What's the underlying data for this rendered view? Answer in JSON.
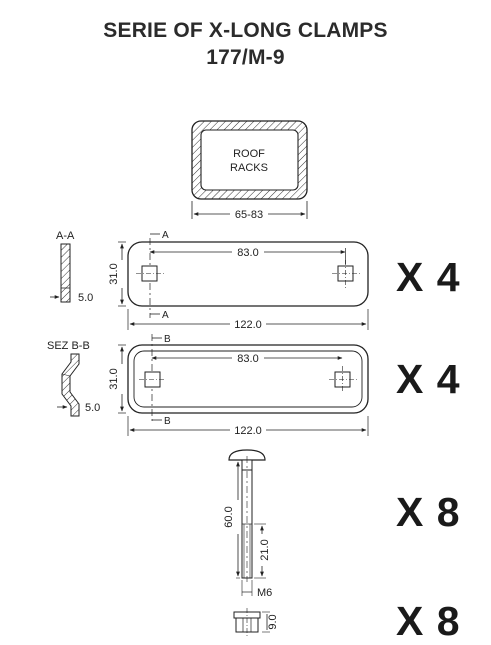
{
  "title": {
    "line1": "SERIE OF X-LONG CLAMPS",
    "line2": "177/M-9"
  },
  "roof_rack": {
    "label_line1": "ROOF",
    "label_line2": "RACKS",
    "dim_width": "65-83"
  },
  "flat_clamp": {
    "section_label": "A-A",
    "section_marker": "A",
    "dim_thickness": "5.0",
    "dim_height": "31.0",
    "dim_hole_spacing": "83.0",
    "dim_length": "122.0",
    "quantity": "X 4"
  },
  "bent_clamp": {
    "section_label": "SEZ B-B",
    "section_marker": "B",
    "dim_thickness": "5.0",
    "dim_height": "31.0",
    "dim_hole_spacing": "83.0",
    "dim_length": "122.0",
    "quantity": "X 4"
  },
  "bolt": {
    "dim_length": "60.0",
    "dim_thread": "21.0",
    "thread_size": "M6",
    "quantity": "X 8"
  },
  "nut": {
    "dim_height": "9.0",
    "quantity": "X 8"
  }
}
